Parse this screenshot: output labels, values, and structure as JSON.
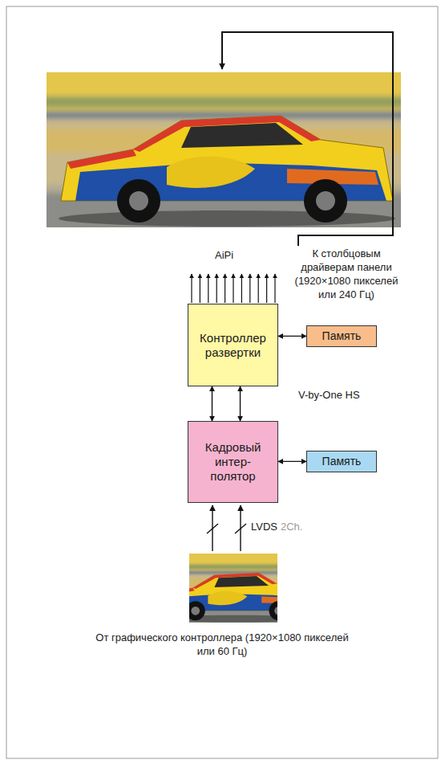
{
  "diagram": {
    "nodes": [
      {
        "text": [
          "Контроллер развертки"
        ]
      },
      {
        "text": [
          "Память"
        ]
      },
      {
        "text": [
          "Кадровый интер- полятор"
        ]
      },
      {
        "text": [
          "Память"
        ]
      }
    ],
    "edges": [
      {
        "from": 0,
        "to": 1,
        "arrow": "both"
      },
      {
        "from": 2,
        "to": 0,
        "arrow": "both"
      },
      {
        "from": 2,
        "to": 0,
        "arrow": "both"
      },
      {
        "from": 2,
        "to": 3,
        "arrow": "both"
      }
    ],
    "labels": [
      "AiPi",
      "К столбцовым драйверам панели (1920×1080 пикселей или 240 Гц)",
      "V-by-One HS",
      "LVDS",
      "2Ch.",
      "От графического контроллера (1920×1080 пикселей или 60 Гц)"
    ]
  }
}
